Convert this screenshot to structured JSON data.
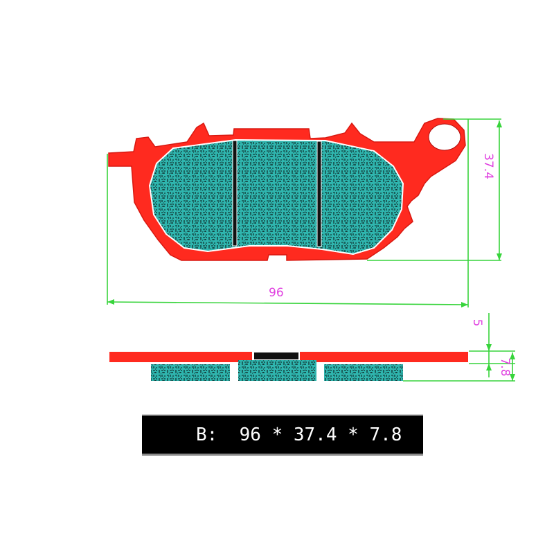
{
  "drawing": {
    "colors": {
      "backing_plate": "#ff2a1f",
      "friction_material": "#2fb5ae",
      "speckle": "#0b1a1a",
      "dimension_line": "#37d43b",
      "dimension_text": "#e040e0"
    },
    "dimensions": {
      "width_label": "96",
      "height_label": "37.4",
      "plate_thickness_label": "5",
      "total_thickness_label": "7.8"
    }
  },
  "caption": {
    "text": "B:  96 * 37.4 * 7.8"
  }
}
